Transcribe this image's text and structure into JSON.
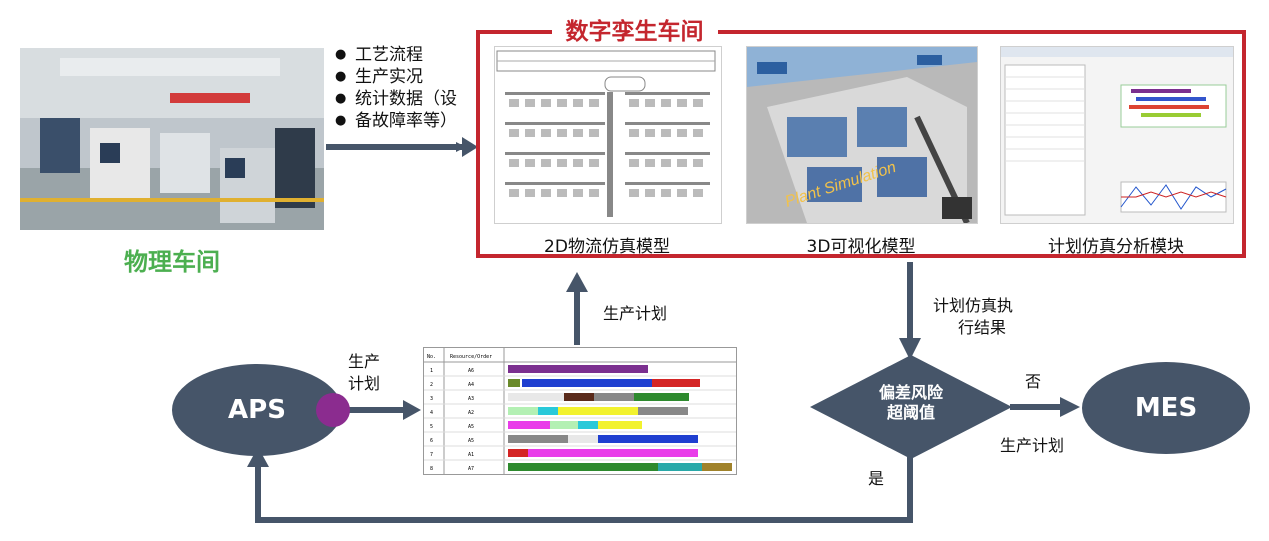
{
  "physical": {
    "label": "物理车间",
    "photo_alt": "workshop-photo"
  },
  "bullets": [
    "工艺流程",
    "生产实况",
    "统计数据（设",
    "备故障率等）"
  ],
  "twin": {
    "title": "数字孪生车间",
    "panels": [
      {
        "caption": "2D物流仿真模型"
      },
      {
        "caption": "3D可视化模型",
        "watermark": "Plant Simulation"
      },
      {
        "caption": "计划仿真分析模块"
      }
    ]
  },
  "flow": {
    "up_label": "生产计划",
    "aps_plan_label_1": "生产",
    "aps_plan_label_2": "计划",
    "down_label_1": "计划仿真执",
    "down_label_2": "行结果",
    "no_label": "否",
    "yes_label": "是",
    "mes_plan_label": "生产计划"
  },
  "nodes": {
    "aps": "APS",
    "mes": "MES",
    "decision_1": "偏差风险",
    "decision_2": "超阈值"
  },
  "gantt": {
    "headers": [
      "No.",
      "Resource/Order"
    ],
    "rows": [
      {
        "no": "1",
        "res": "A6"
      },
      {
        "no": "2",
        "res": "A4"
      },
      {
        "no": "3",
        "res": "A3"
      },
      {
        "no": "4",
        "res": "A2"
      },
      {
        "no": "5",
        "res": "A5"
      },
      {
        "no": "6",
        "res": "A5"
      },
      {
        "no": "7",
        "res": "A1"
      },
      {
        "no": "8",
        "res": "A7"
      }
    ]
  },
  "colors": {
    "twin_border": "#c4262e",
    "node_fill": "#465569",
    "arrow": "#465569",
    "physical_label": "#4caf50",
    "dot": "#8b2c8f"
  }
}
